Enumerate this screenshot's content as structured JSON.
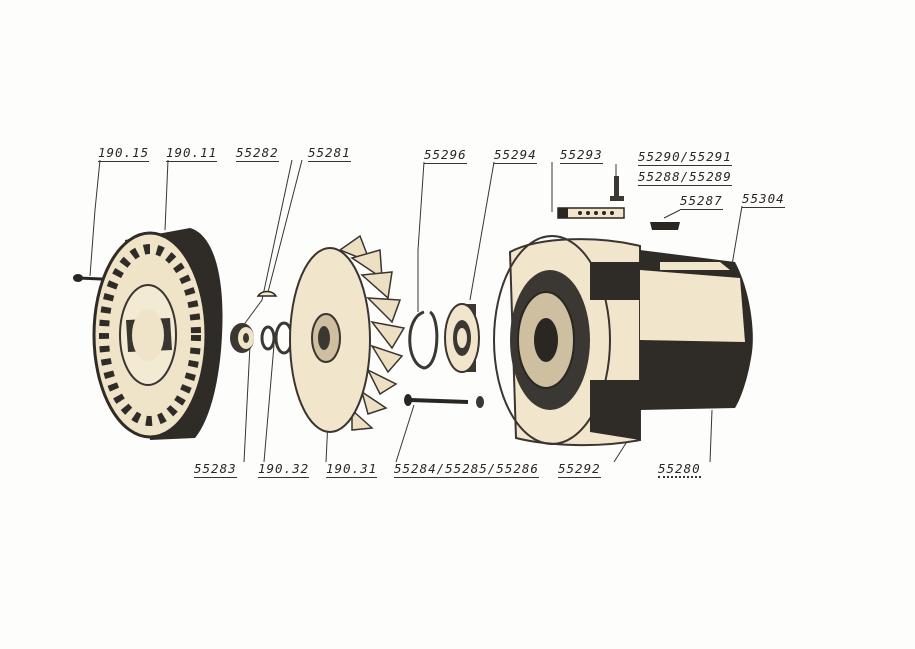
{
  "colors": {
    "paper": "#fdfdfb",
    "ink": "#2a2622",
    "part_fill": "#f1e6cc",
    "part_shadow": "#3b3733",
    "part_mid": "#cdbf9f"
  },
  "labels": {
    "l190_15": "190.15",
    "l190_11": "190.11",
    "l55282": "55282",
    "l55281": "55281",
    "l55296": "55296",
    "l55294": "55294",
    "l55293": "55293",
    "l55290": "55290/55291",
    "l55288": "55288/55289",
    "l55287": "55287",
    "l55304": "55304",
    "l55283": "55283",
    "l190_32": "190.32",
    "l190_31": "190.31",
    "l55284": "55284/55285/55286",
    "l55292": "55292",
    "l55280": "55280"
  }
}
